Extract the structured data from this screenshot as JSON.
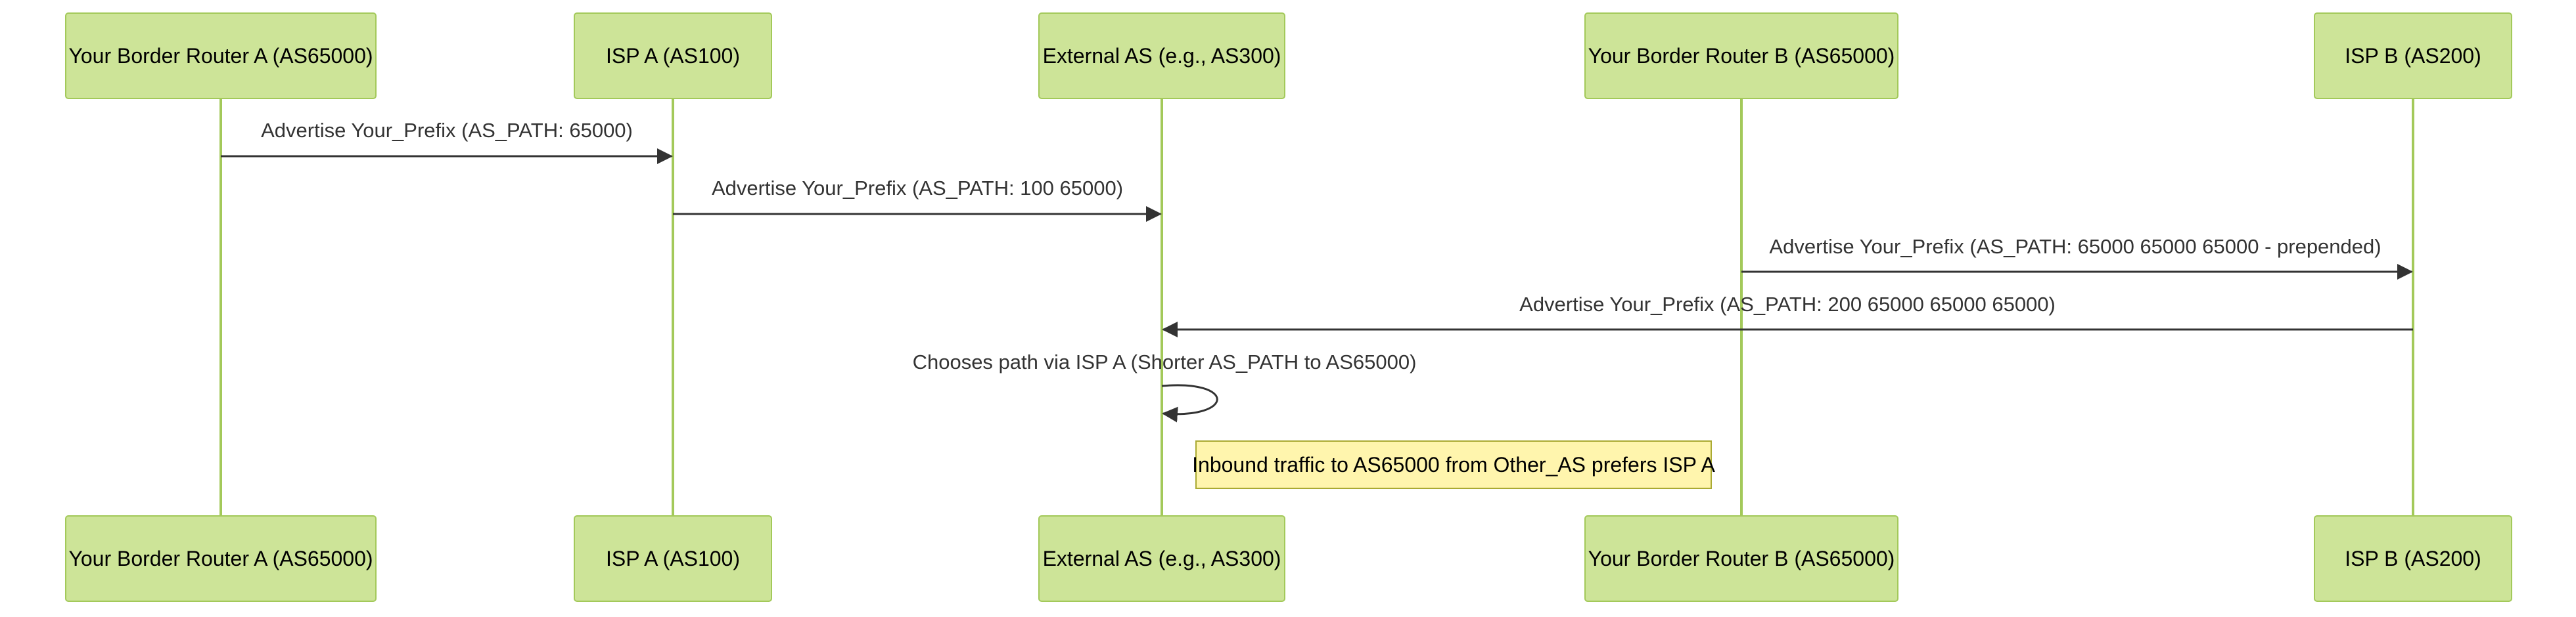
{
  "participants": [
    {
      "label": "Your Border Router A (AS65000)"
    },
    {
      "label": "ISP A (AS100)"
    },
    {
      "label": "External AS (e.g., AS300)"
    },
    {
      "label": "Your Border Router B (AS65000)"
    },
    {
      "label": "ISP B (AS200)"
    }
  ],
  "messages": [
    {
      "from": 0,
      "to": 1,
      "text": "Advertise Your_Prefix (AS_PATH: 65000)"
    },
    {
      "from": 1,
      "to": 2,
      "text": "Advertise Your_Prefix (AS_PATH: 100 65000)"
    },
    {
      "from": 3,
      "to": 4,
      "text": "Advertise Your_Prefix (AS_PATH: 65000 65000 65000 - prepended)"
    },
    {
      "from": 4,
      "to": 2,
      "text": "Advertise Your_Prefix (AS_PATH: 200 65000 65000 65000)"
    },
    {
      "from": 2,
      "to": 2,
      "text": "Chooses path via ISP A (Shorter AS_PATH to AS65000)"
    }
  ],
  "note": {
    "text": "Inbound traffic to AS65000 from Other_AS prefers ISP A"
  },
  "colors": {
    "actor_fill": "#cde498",
    "actor_stroke": "#a3c95a",
    "lifeline": "#a3c95a",
    "message": "#333333",
    "note_fill": "#fff5ad",
    "note_stroke": "#aaaa33"
  }
}
